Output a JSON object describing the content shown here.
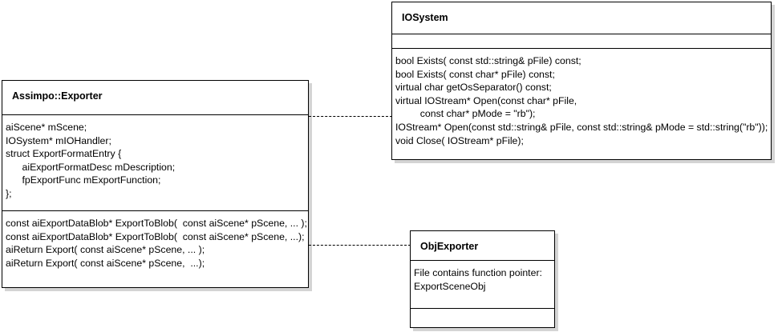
{
  "diagram": {
    "type": "uml-class-diagram",
    "colors": {
      "stroke": "#000000",
      "background": "#ffffff",
      "shadow": "#d4d4d4"
    }
  },
  "classes": {
    "exporter": {
      "name": "Assimpo::Exporter",
      "attributes": [
        "aiScene* mScene;",
        "IOSystem* mIOHandler;",
        "struct ExportFormatEntry {",
        "      aiExportFormatDesc mDescription;",
        "      fpExportFunc mExportFunction;",
        "};"
      ],
      "methods": [
        "const aiExportDataBlob* ExportToBlob(  const aiScene* pScene, ... );",
        "const aiExportDataBlob* ExportToBlob(  const aiScene* pScene, ...);",
        "aiReturn Export( const aiScene* pScene, ... );",
        "aiReturn Export( const aiScene* pScene,  ...);"
      ]
    },
    "iosystem": {
      "name": "IOSystem",
      "attributes": [],
      "methods": [
        "bool Exists( const std::string& pFile) const;",
        "bool Exists( const char* pFile) const;",
        "virtual char getOsSeparator() const;",
        "virtual IOStream* Open(const char* pFile,",
        "         const char* pMode = \"rb\");",
        "IOStream* Open(const std::string& pFile, const std::string& pMode = std::string(\"rb\"));",
        "void Close( IOStream* pFile);"
      ]
    },
    "objexporter": {
      "name": "ObjExporter",
      "attributes": [
        "File contains function pointer:",
        "ExportSceneObj"
      ],
      "methods": []
    }
  },
  "connectors": [
    {
      "id": "exporter-iosystem",
      "from": "exporter",
      "to": "iosystem",
      "style": "dashed"
    },
    {
      "id": "exporter-objexporter",
      "from": "exporter",
      "to": "objexporter",
      "style": "dashed"
    }
  ]
}
